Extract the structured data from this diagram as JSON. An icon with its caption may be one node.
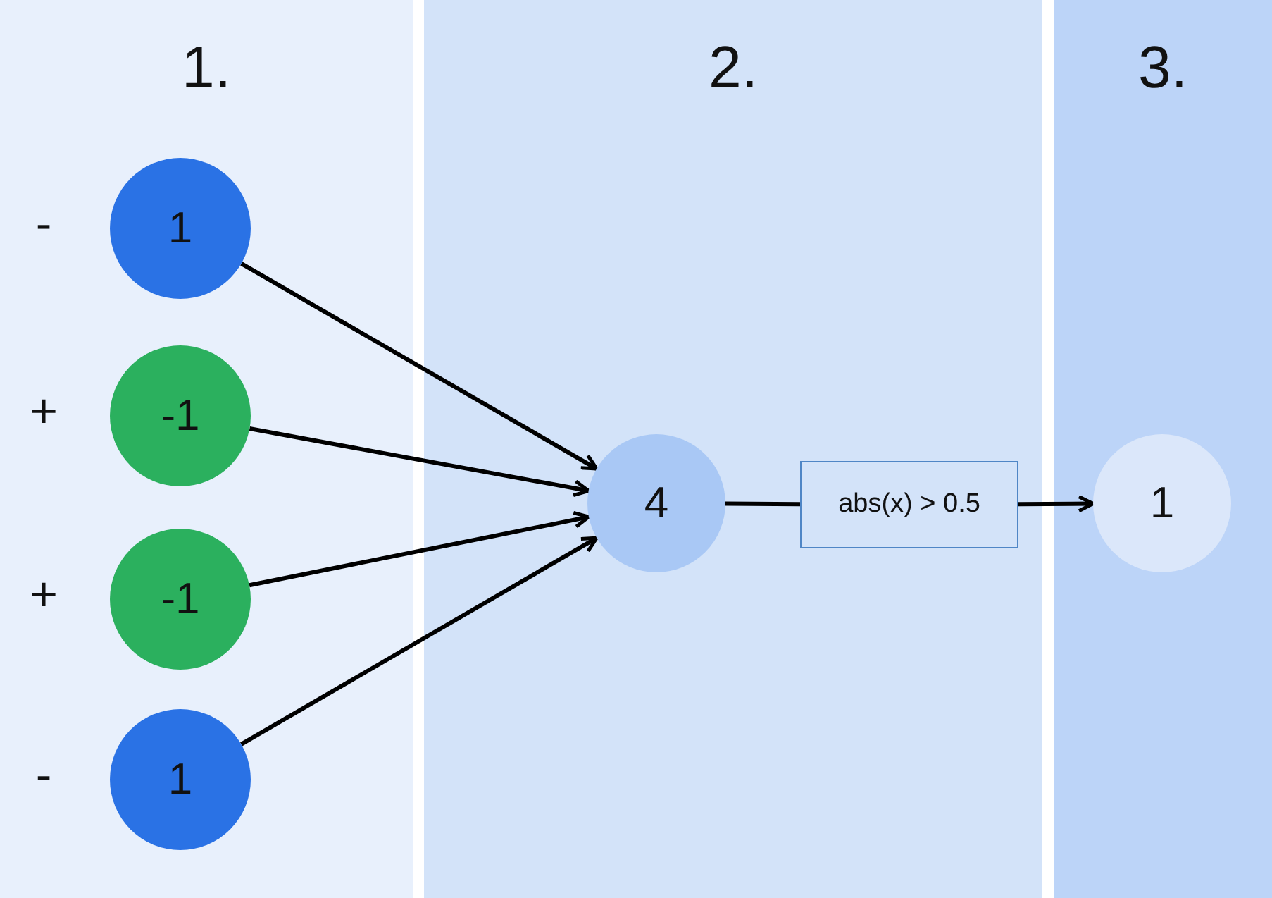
{
  "diagram": {
    "nodes": [
      {
        "text": [
          "1."
        ]
      },
      {
        "text": [
          "2."
        ]
      },
      {
        "text": [
          "3."
        ]
      },
      {
        "text": [
          "1"
        ],
        "in": 0,
        "beside": [
          "-"
        ]
      },
      {
        "text": [
          "-1"
        ],
        "in": 0,
        "beside": [
          "+"
        ]
      },
      {
        "text": [
          "-1"
        ],
        "in": 0,
        "beside": [
          "+"
        ]
      },
      {
        "text": [
          "1"
        ],
        "in": 0,
        "beside": [
          "-"
        ]
      },
      {
        "text": [
          "4"
        ],
        "in": 1
      },
      {
        "text": [
          "abs(x) > 0.5"
        ],
        "in": 1
      },
      {
        "text": [
          "1"
        ],
        "in": 2
      }
    ],
    "edges": [
      {
        "from": 3,
        "to": 7,
        "arrow": "to"
      },
      {
        "from": 4,
        "to": 7,
        "arrow": "to"
      },
      {
        "from": 5,
        "to": 7,
        "arrow": "to"
      },
      {
        "from": 6,
        "to": 7,
        "arrow": "to"
      },
      {
        "from": 7,
        "to": 8,
        "arrow": "none"
      },
      {
        "from": 8,
        "to": 9,
        "arrow": "to"
      }
    ]
  }
}
